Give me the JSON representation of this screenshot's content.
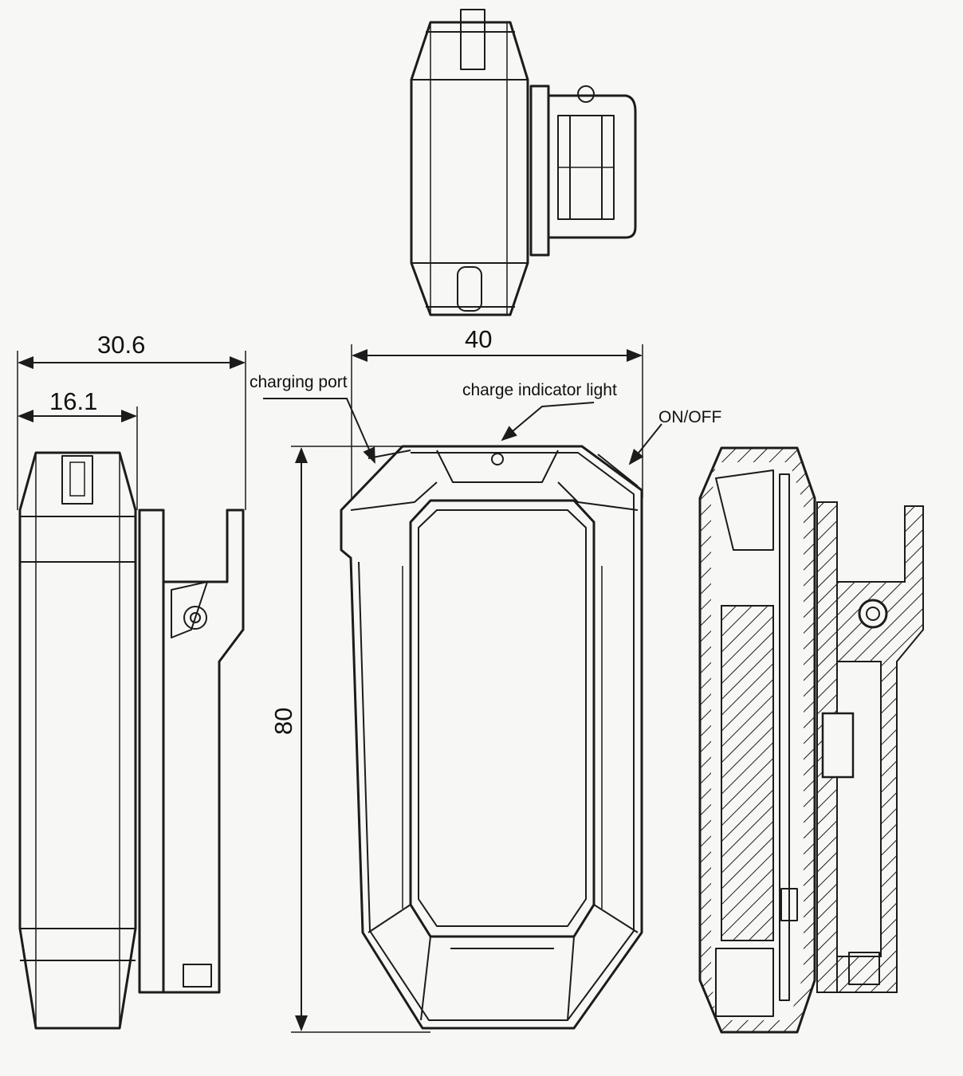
{
  "dimensions": {
    "total_depth": "30.6",
    "body_depth": "16.1",
    "width": "40",
    "height": "80"
  },
  "callouts": {
    "charging_port": "charging port",
    "charge_indicator": "charge indicator light",
    "on_off": "ON/OFF"
  },
  "colors": {
    "line": "#1c1c1c",
    "background": "#f7f7f5"
  }
}
